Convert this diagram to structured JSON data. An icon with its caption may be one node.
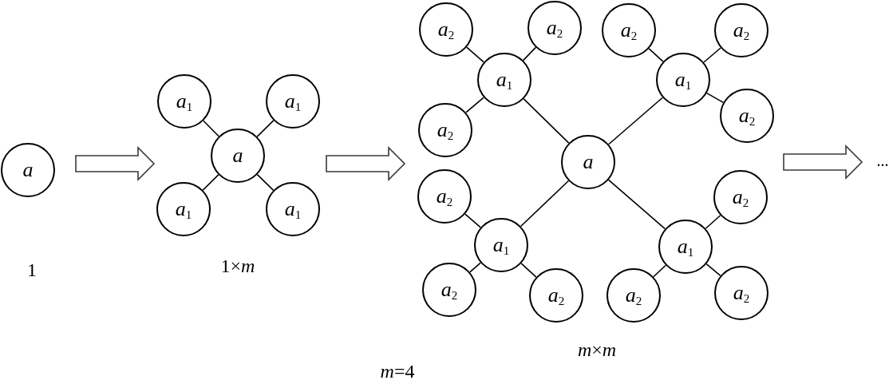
{
  "diagram": {
    "nodes": [
      {
        "text": [
          "a"
        ]
      },
      {
        "text": [
          "a"
        ]
      },
      {
        "text": [
          "a$_{1}$"
        ]
      },
      {
        "text": [
          "a$_{1}$"
        ]
      },
      {
        "text": [
          "a$_{1}$"
        ]
      },
      {
        "text": [
          "a$_{1}$"
        ]
      },
      {
        "text": [
          "a"
        ]
      },
      {
        "text": [
          "a$_{1}$"
        ]
      },
      {
        "text": [
          "a$_{2}$"
        ]
      },
      {
        "text": [
          "a$_{2}$"
        ]
      },
      {
        "text": [
          "a$_{2}$"
        ]
      },
      {
        "text": [
          "a$_{1}$"
        ]
      },
      {
        "text": [
          "a$_{2}$"
        ]
      },
      {
        "text": [
          "a$_{2}$"
        ]
      },
      {
        "text": [
          "a$_{2}$"
        ]
      },
      {
        "text": [
          "a$_{1}$"
        ]
      },
      {
        "text": [
          "a$_{2}$"
        ]
      },
      {
        "text": [
          "a$_{2}$"
        ]
      },
      {
        "text": [
          "a$_{2}$"
        ]
      },
      {
        "text": [
          "a$_{1}$"
        ]
      },
      {
        "text": [
          "a$_{2}$"
        ]
      },
      {
        "text": [
          "a$_{2}$"
        ]
      },
      {
        "text": [
          "a$_{2}$"
        ]
      },
      {
        "text": [
          "..."
        ]
      }
    ],
    "edges": [
      {
        "from": 0,
        "to": 1,
        "arrow": "to",
        "style": "thick"
      },
      {
        "from": 1,
        "to": 2,
        "arrow": "none"
      },
      {
        "from": 1,
        "to": 3,
        "arrow": "none"
      },
      {
        "from": 1,
        "to": 4,
        "arrow": "none"
      },
      {
        "from": 1,
        "to": 5,
        "arrow": "none"
      },
      {
        "from": 5,
        "to": null,
        "arrow": "to",
        "style": "thick"
      },
      {
        "from": 6,
        "to": 7,
        "arrow": "none"
      },
      {
        "from": 7,
        "to": 8,
        "arrow": "none"
      },
      {
        "from": 7,
        "to": 9,
        "arrow": "none"
      },
      {
        "from": 7,
        "to": 10,
        "arrow": "none"
      },
      {
        "from": 6,
        "to": 11,
        "arrow": "none"
      },
      {
        "from": 11,
        "to": 12,
        "arrow": "none"
      },
      {
        "from": 11,
        "to": 13,
        "arrow": "none"
      },
      {
        "from": 11,
        "to": 14,
        "arrow": "none"
      },
      {
        "from": 6,
        "to": 15,
        "arrow": "none"
      },
      {
        "from": 15,
        "to": 16,
        "arrow": "none"
      },
      {
        "from": 15,
        "to": 17,
        "arrow": "none"
      },
      {
        "from": 15,
        "to": 18,
        "arrow": "none"
      },
      {
        "from": 6,
        "to": 19,
        "arrow": "none"
      },
      {
        "from": 19,
        "to": 20,
        "arrow": "none"
      },
      {
        "from": 19,
        "to": 21,
        "arrow": "none"
      },
      {
        "from": 19,
        "to": 22,
        "arrow": "none"
      },
      {
        "from": null,
        "to": 23,
        "arrow": "to",
        "style": "thick"
      }
    ],
    "labels": [
      "1",
      "1×*m*",
      "*m*×*m*",
      "*m*=4"
    ]
  }
}
